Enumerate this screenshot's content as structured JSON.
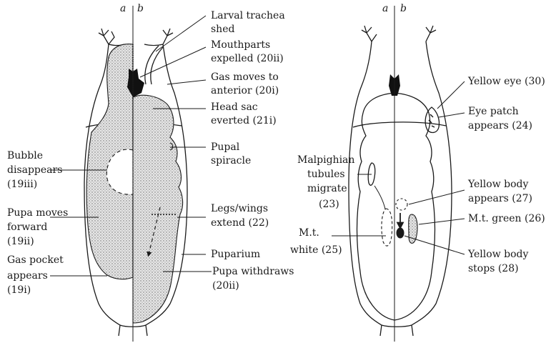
{
  "left_figure": {
    "axis_left": "a",
    "axis_right": "b",
    "labels": {
      "larval_trachea_1": "Larval trachea",
      "larval_trachea_2": "shed",
      "mouthparts_1": "Mouthparts",
      "mouthparts_2": "expelled (20ii)",
      "gas_moves_1": "Gas moves to",
      "gas_moves_2": "anterior (20i)",
      "head_sac_1": "Head sac",
      "head_sac_2": "everted (21i)",
      "pupal_spiracle_1": "Pupal",
      "pupal_spiracle_2": "spiracle",
      "bubble_1": "Bubble",
      "bubble_2": "disappears",
      "bubble_3": "(19iii)",
      "pupa_moves_1": "Pupa moves",
      "pupa_moves_2": "forward",
      "pupa_moves_3": "(19ii)",
      "gas_pocket_1": "Gas pocket",
      "gas_pocket_2": "appears",
      "gas_pocket_3": "(19i)",
      "legs_wings_1": "Legs/wings",
      "legs_wings_2": "extend (22)",
      "puparium": "Puparium",
      "pupa_withdraws_1": "Pupa withdraws",
      "pupa_withdraws_2": "(20ii)"
    }
  },
  "right_figure": {
    "axis_left": "a",
    "axis_right": "b",
    "labels": {
      "yellow_eye": "Yellow eye (30)",
      "eye_patch_1": "Eye patch",
      "eye_patch_2": "appears (24)",
      "malpighian_1": "Malpighian",
      "malpighian_2": "tubules",
      "malpighian_3": "migrate",
      "malpighian_4": "(23)",
      "yellow_body_appears_1": "Yellow body",
      "yellow_body_appears_2": "appears (27)",
      "mt_green": "M.t. green (26)",
      "mt_white_1": "M.t.",
      "mt_white_2": "white (25)",
      "yellow_body_stops_1": "Yellow body",
      "yellow_body_stops_2": "stops (28)"
    }
  }
}
